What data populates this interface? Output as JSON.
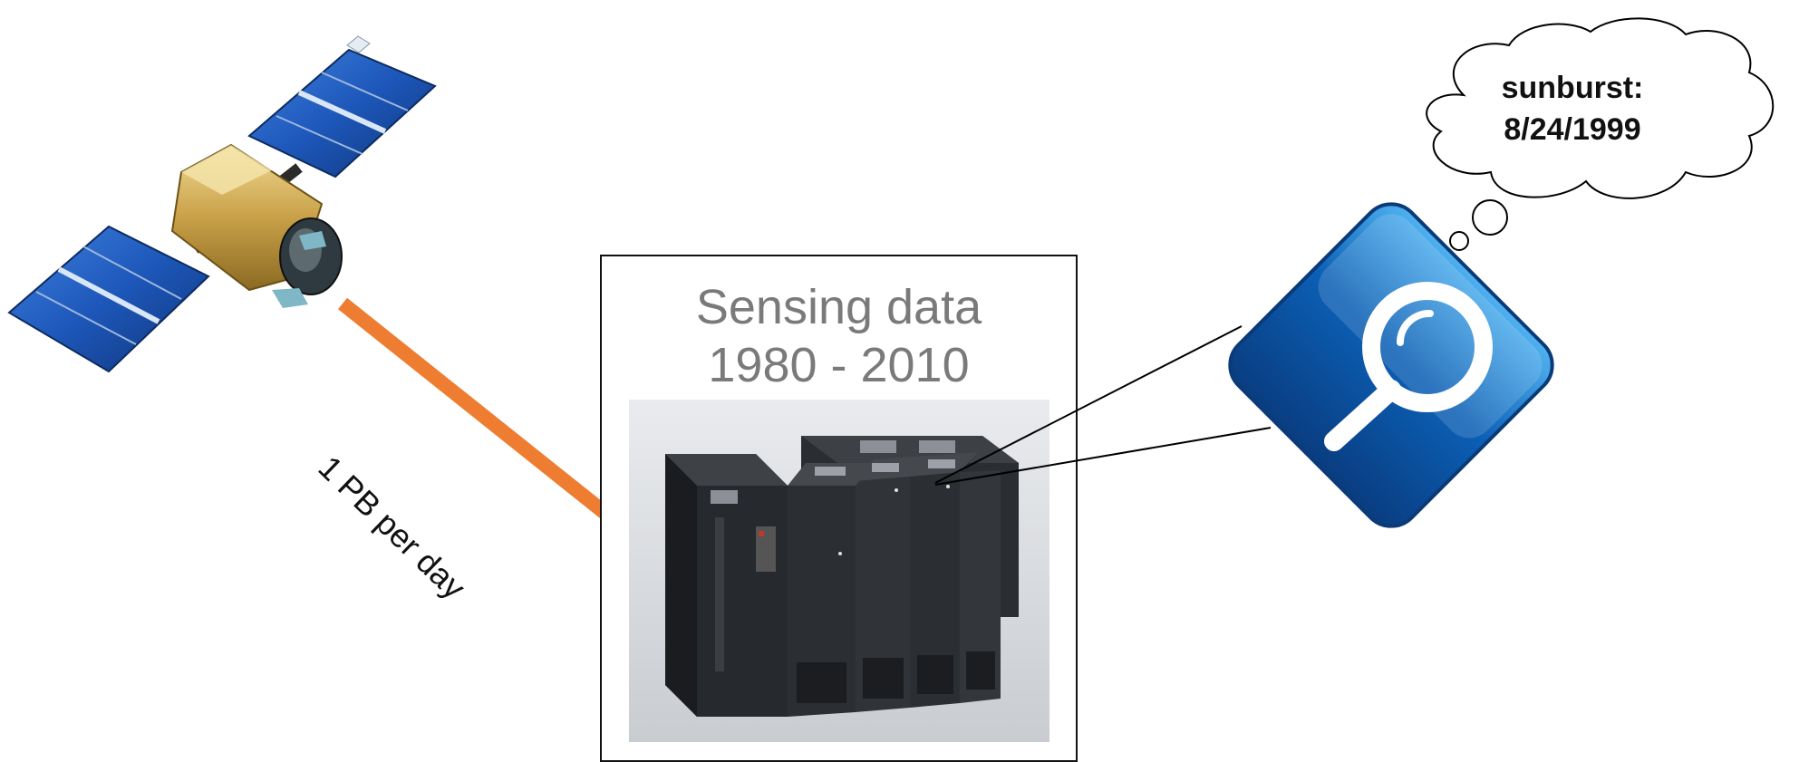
{
  "storage": {
    "title_line1": "Sensing data",
    "title_line2": "1980 - 2010",
    "photo": "server-cabinets"
  },
  "transfer": {
    "label": "1 PB per day",
    "arrow_color": "#ee7d31"
  },
  "query": {
    "thought_line1": "sunburst:",
    "thought_line2": "8/24/1999",
    "icon": "magnifier-icon"
  },
  "colors": {
    "panel_blue": "#1d57b9",
    "search_blue": "#0b5fb5",
    "title_gray": "#7a7a7a"
  }
}
